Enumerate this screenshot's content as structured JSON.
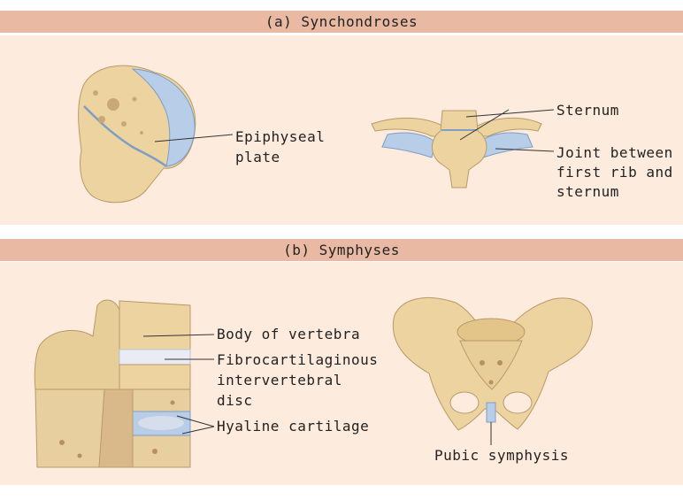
{
  "section_a": {
    "title": "(a) Synchondroses",
    "epiphyseal_label_line1": "Epiphyseal",
    "epiphyseal_label_line2": "plate",
    "sternum_label": "Sternum",
    "joint_label_line1": "Joint between",
    "joint_label_line2": "first rib and",
    "joint_label_line3": "sternum"
  },
  "section_b": {
    "title": "(b) Symphyses",
    "vertebra_label": "Body of vertebra",
    "disc_label_line1": "Fibrocartilaginous",
    "disc_label_line2": "intervertebral",
    "disc_label_line3": "disc",
    "hyaline_label": "Hyaline cartilage",
    "pubic_label": "Pubic symphysis"
  },
  "colors": {
    "band": "#eab9a3",
    "panel": "#fdebdd",
    "bone": "#e9cf9a",
    "cartilage": "#a9c6e6"
  }
}
